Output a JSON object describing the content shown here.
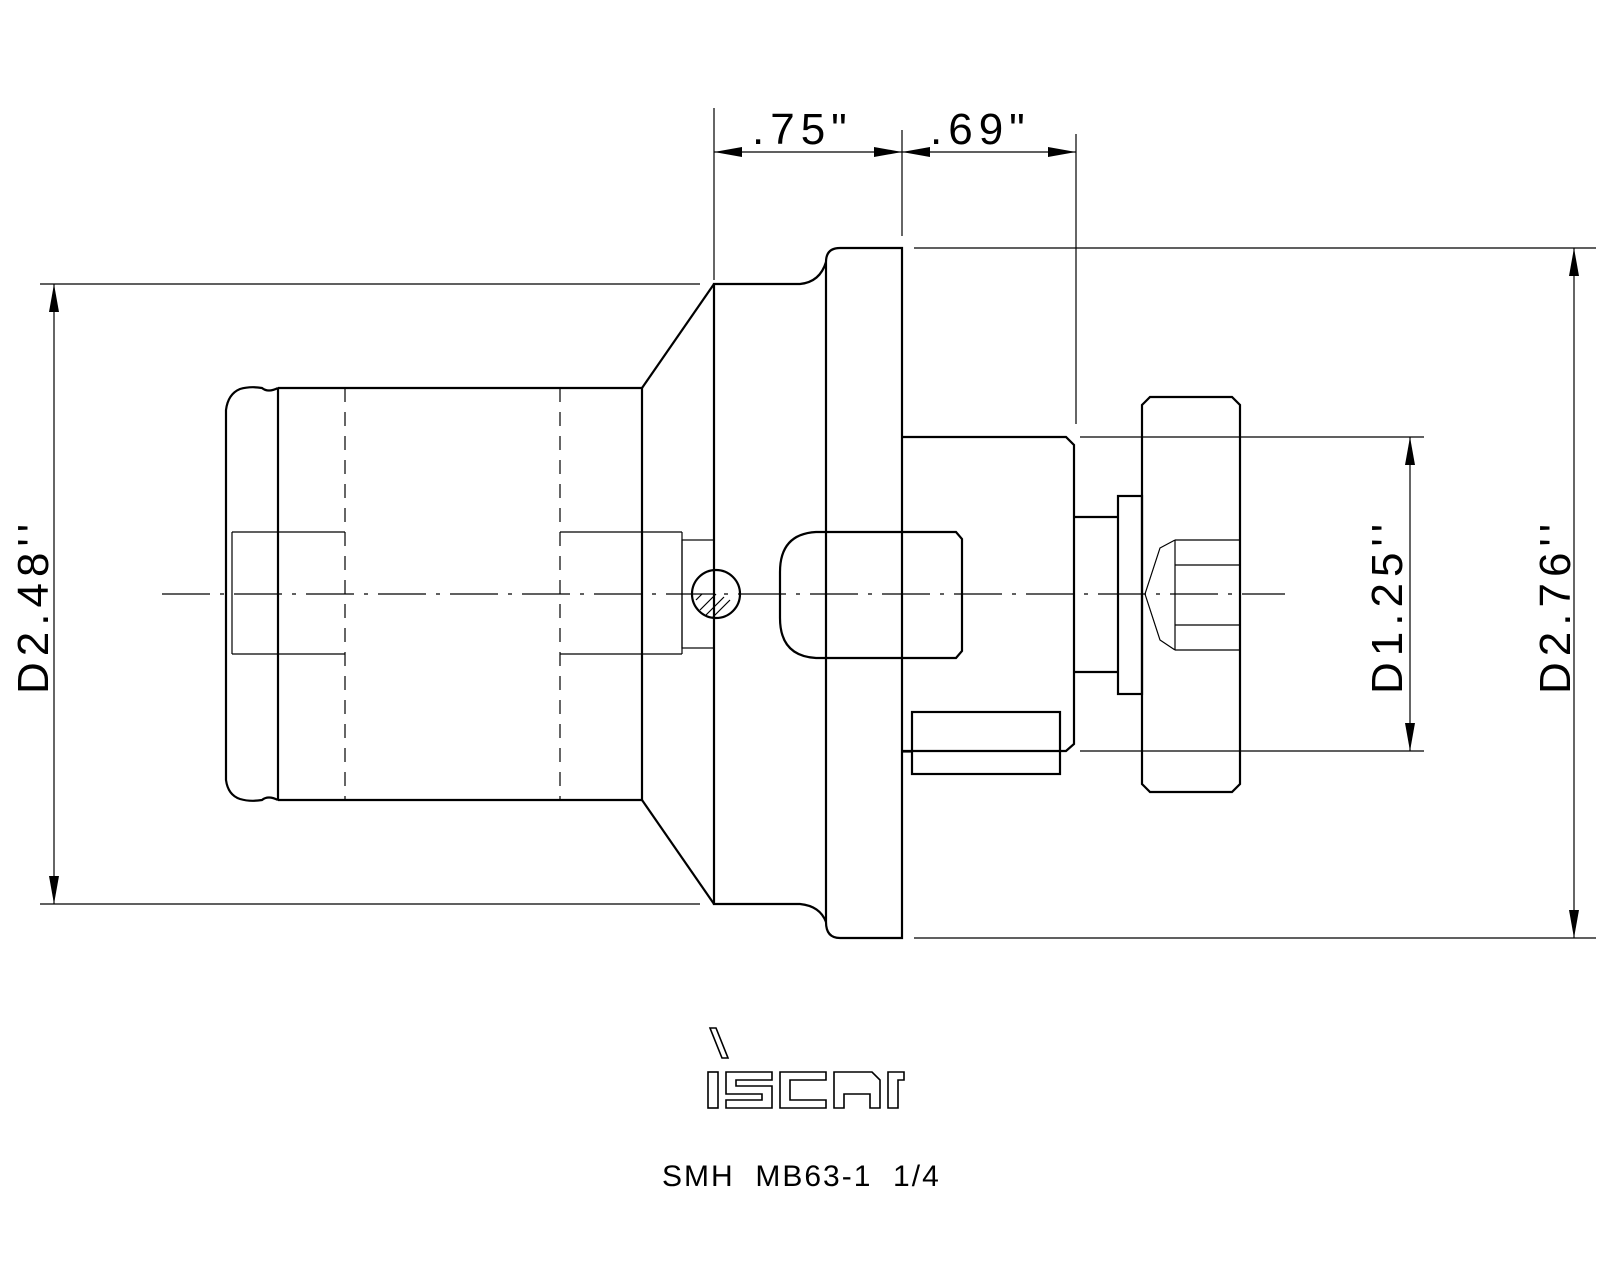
{
  "dimensions": {
    "flange_width": ".75\"",
    "hub_width": ".69\"",
    "body_diameter": "D2.48''",
    "pilot_diameter": "D1.25''",
    "flange_diameter": "D2.76''"
  },
  "logo": {
    "text": "iscar"
  },
  "part_number": "SMH  MB63-1  1/4"
}
